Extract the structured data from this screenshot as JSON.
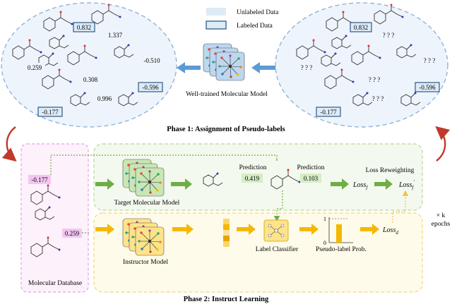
{
  "legend": {
    "unlabeled": "Unlabeled Data",
    "labeled": "Labeled Data"
  },
  "phase1": {
    "title": "Phase 1: Assignment of Pseudo-labels",
    "model_caption": "Well-trained Molecular Model",
    "left_values": {
      "v1": "0.832",
      "v2": "1.337",
      "v3": "0.259",
      "v4": "0.308",
      "v5": "-0.510",
      "v6": "-0.596",
      "v7": "-0.177",
      "v8": "0.996"
    },
    "right_values": {
      "v1": "0.832",
      "v2": "? ? ?",
      "v3": "? ? ?",
      "v4": "? ? ?",
      "v5": "? ? ?",
      "v6": "-0.596",
      "v7": "-0.177",
      "v8": "? ? ?"
    }
  },
  "phase2": {
    "title": "Phase 2: Instruct Learning",
    "database_caption": "Molecular Database",
    "db_values": {
      "top": "-0.177",
      "bottom": "0.259"
    },
    "target_caption": "Target Molecular Model",
    "instructor_caption": "Instructor Model",
    "label_classifier": "Label Classifier",
    "pseudo_prob": "Pseudo-label Prob.",
    "prediction1": {
      "label": "Prediction",
      "value": "0.419"
    },
    "prediction2": {
      "label": "Prediction",
      "value": "0.103"
    },
    "loss_f": "Loss",
    "loss_f_sub": "f",
    "loss_reweighting": "Loss Reweighting",
    "loss_f_prime": "Loss",
    "loss_f_prime_sub": "f",
    "loss_f_prime_sup": "′",
    "loss_d": "Loss",
    "loss_d_sub": "d",
    "epochs_times": "× k",
    "epochs_label": "epochs"
  },
  "colors": {
    "labeled_box": "#1f4e79",
    "ellipse": "#9dc3e6",
    "green": "#70ad47",
    "orange": "#f5b800",
    "pink": "#e7a0e6"
  }
}
